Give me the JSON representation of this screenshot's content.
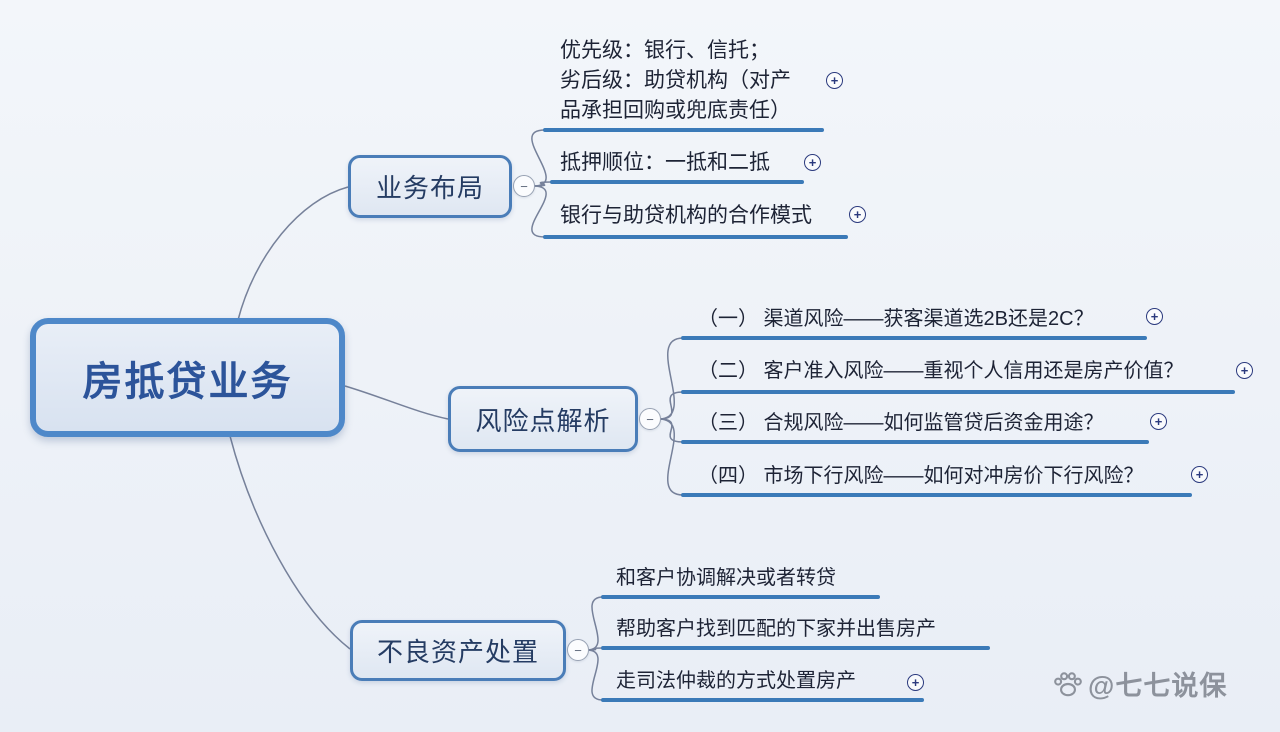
{
  "root": {
    "label": "房抵贷业务"
  },
  "branches": [
    {
      "label": "业务布局",
      "children": [
        {
          "label": "优先级：银行、信托；\n劣后级：助贷机构（对产\n品承担回购或兜底责任）",
          "expandable": true
        },
        {
          "label": "抵押顺位：一抵和二抵",
          "expandable": true
        },
        {
          "label": "银行与助贷机构的合作模式",
          "expandable": true
        }
      ]
    },
    {
      "label": "风险点解析",
      "children": [
        {
          "label": "（一） 渠道风险——获客渠道选2B还是2C？",
          "expandable": true
        },
        {
          "label": "（二） 客户准入风险——重视个人信用还是房产价值？",
          "expandable": true
        },
        {
          "label": "（三） 合规风险——如何监管贷后资金用途？",
          "expandable": true
        },
        {
          "label": "（四） 市场下行风险——如何对冲房价下行风险？",
          "expandable": true
        }
      ]
    },
    {
      "label": "不良资产处置",
      "children": [
        {
          "label": "和客户协调解决或者转贷",
          "expandable": false
        },
        {
          "label": "帮助客户找到匹配的下家并出售房产",
          "expandable": false
        },
        {
          "label": "走司法仲裁的方式处置房产",
          "expandable": true
        }
      ]
    }
  ],
  "icons": {
    "expand": "+",
    "collapse": "−",
    "watermark_icon": "paw-icon"
  },
  "watermark": {
    "text": "@七七说保"
  },
  "colors": {
    "underline": "#3b7ab8",
    "connector": "#76819a",
    "node_border": "#4a7db8",
    "root_border": "#4e88c9",
    "root_text": "#2c549a",
    "node_text": "#253c63",
    "child_text": "#1d2335",
    "plus_icon": "#2b3a7e",
    "watermark": "#8d929c",
    "background_top": "#f3f6fa",
    "background_bottom": "#e9eef6"
  }
}
